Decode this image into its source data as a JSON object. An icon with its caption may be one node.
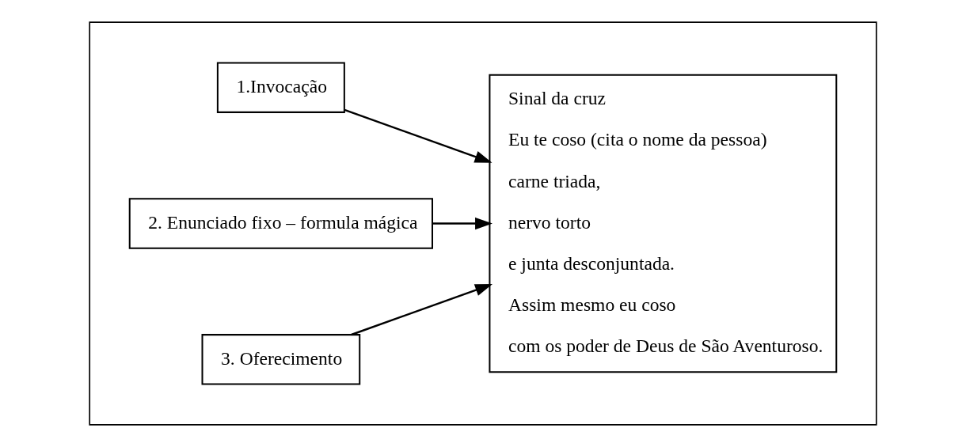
{
  "diagram": {
    "nodes": [
      {
        "text": [],
        "shape": "box"
      },
      {
        "text": [
          "1.Invocação"
        ],
        "in": 0
      },
      {
        "text": [
          "2. Enunciado fixo – formula mágica"
        ],
        "in": 0
      },
      {
        "text": [
          "3. Oferecimento"
        ],
        "in": 0
      },
      {
        "text": [
          "Sinal da cruz",
          "Eu te coso (cita o nome da pessoa)",
          "carne triada,",
          "nervo torto",
          "e junta desconjuntada.",
          "Assim mesmo eu coso",
          "com os poder de Deus de São Aventuroso."
        ],
        "in": 0
      }
    ],
    "edges": [
      {
        "from": 1,
        "to": 4,
        "arrow": "to"
      },
      {
        "from": 2,
        "to": 4,
        "arrow": "to"
      },
      {
        "from": 3,
        "to": 4,
        "arrow": "to"
      }
    ]
  }
}
